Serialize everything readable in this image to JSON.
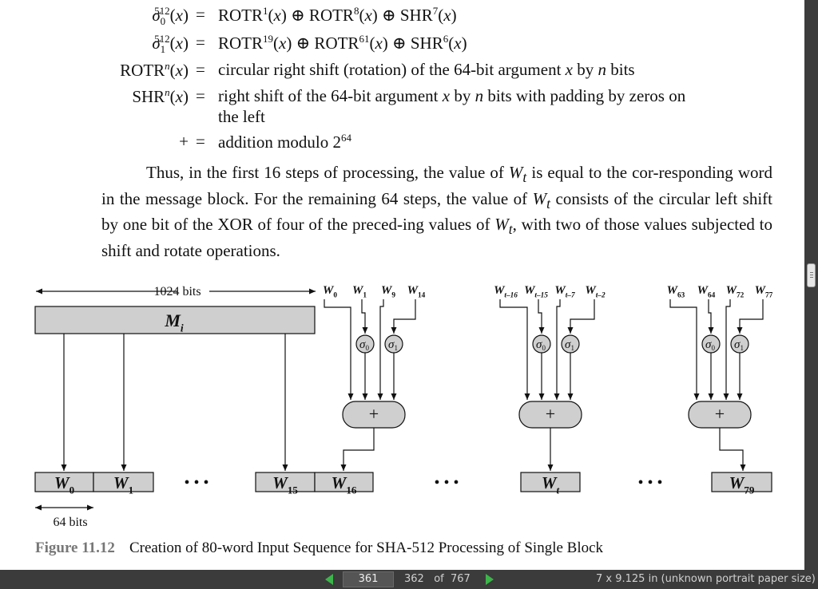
{
  "equations": [
    {
      "lhs_html": "<i>σ</i><sub style=\"margin-right:-14px\">0</sub><sup>512</sup>(<i>x</i>)",
      "rhs_html": "ROTR<sup>1</sup>(<i>x</i>) ⊕ ROTR<sup>8</sup>(<i>x</i>) ⊕ SHR<sup>7</sup>(<i>x</i>)"
    },
    {
      "lhs_html": "<i>σ</i><sub style=\"margin-right:-14px\">1</sub><sup>512</sup>(<i>x</i>)",
      "rhs_html": "ROTR<sup>19</sup>(<i>x</i>) ⊕ ROTR<sup>61</sup>(<i>x</i>) ⊕ SHR<sup>6</sup>(<i>x</i>)"
    },
    {
      "lhs_html": "ROTR<sup><i>n</i></sup>(<i>x</i>)",
      "rhs_html": "circular right shift (rotation) of the 64-bit argument <i>x</i> by <i>n</i> bits"
    },
    {
      "lhs_html": "SHR<sup><i>n</i></sup>(<i>x</i>)",
      "rhs_html": "right shift of the 64-bit argument <i>x</i> by <i>n</i> bits with padding by zeros on"
    },
    {
      "lhs_html": "",
      "rhs_html": "the left"
    },
    {
      "lhs_html": "+",
      "rhs_html": "addition modulo 2<sup>64</sup>"
    }
  ],
  "equals_sign": "=",
  "paragraph_html": "Thus, in the first 16 steps of processing, the value of <i>W<sub>t</sub></i> is equal to the cor-responding word in the message block. For the remaining 64 steps, the value of <i>W<sub>t</sub></i> consists of the circular left shift by one bit of the XOR of four of the preced-ing values of <i>W<sub>t</sub></i>, with two of those values subjected to shift and rotate operations.",
  "figure": {
    "bits_label": "1024 bits",
    "block_label": "M",
    "block_sub": "i",
    "word_width_label": "64 bits",
    "ellipsis": "• • •",
    "sigma": "σ",
    "plus": "+",
    "words": [
      {
        "base": "W",
        "sub": "0"
      },
      {
        "base": "W",
        "sub": "1"
      },
      {
        "base": "W",
        "sub": "15"
      },
      {
        "base": "W",
        "sub": "16"
      },
      {
        "base": "W",
        "sub": "t"
      },
      {
        "base": "W",
        "sub": "79"
      }
    ],
    "groups": [
      {
        "inputs": [
          "0",
          "1",
          "9",
          "14"
        ]
      },
      {
        "inputs": [
          "t–16",
          "t–15",
          "t–7",
          "t–2"
        ]
      },
      {
        "inputs": [
          "63",
          "64",
          "72",
          "77"
        ]
      }
    ],
    "sigma_subs": [
      "0",
      "1"
    ],
    "caption_label": "Figure 11.12",
    "caption_text": "Creation of 80-word Input Sequence for SHA-512 Processing of Single Block"
  },
  "viewer": {
    "current_page": "361",
    "page_info": "362   of  767",
    "paper_size": "7 x 9.125 in (unknown portrait paper size)"
  },
  "colors": {
    "box_fill": "#cfcfcf",
    "caption": "#777777",
    "nav_arrow": "#3cb54a"
  }
}
